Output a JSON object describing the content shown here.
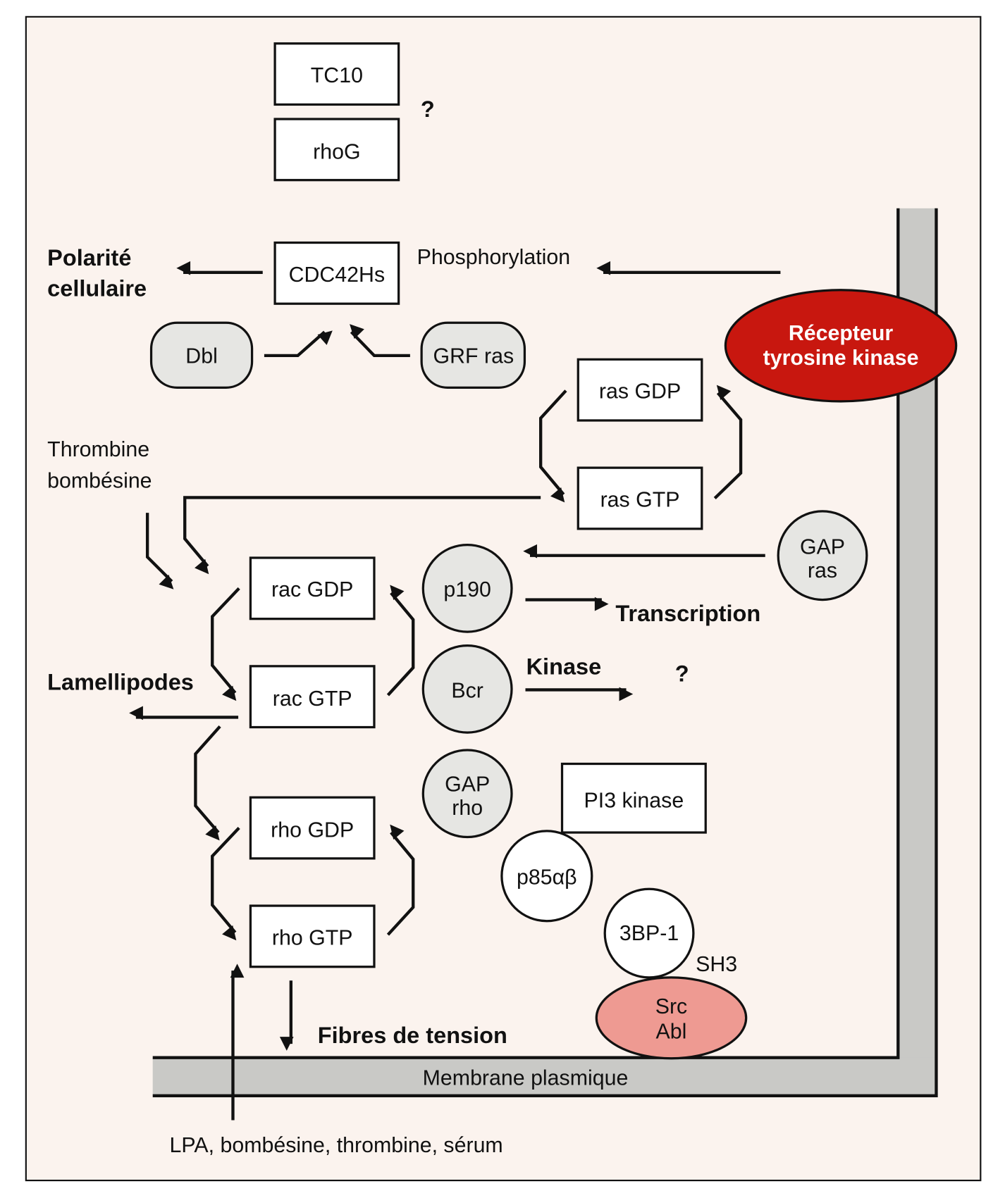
{
  "title": "Signalisation des protéines rho / rac / CDC42",
  "colors": {
    "background": "#fbf3ee",
    "receptor": "#c8170f",
    "src_abl": "#ee9a92",
    "membrane": "#c9c9c6",
    "grey_node": "#e6e6e3"
  },
  "nodes": {
    "tc10": "TC10",
    "rhog": "rhoG",
    "question_top": "?",
    "cdc42": "CDC42Hs",
    "phosphorylation": "Phosphorylation",
    "polarite_1": "Polarité",
    "polarite_2": "cellulaire",
    "dbl": "Dbl",
    "grf_ras": "GRF ras",
    "receptor_1": "Récepteur",
    "receptor_2": "tyrosine kinase",
    "ras_gdp": "ras GDP",
    "ras_gtp": "ras GTP",
    "thrombine_1": "Thrombine",
    "thrombine_2": "bombésine",
    "gap_ras_1": "GAP",
    "gap_ras_2": "ras",
    "rac_gdp": "rac GDP",
    "rac_gtp": "rac GTP",
    "p190": "p190",
    "transcription": "Transcription",
    "lamellipodes": "Lamellipodes",
    "bcr": "Bcr",
    "kinase": "Kinase",
    "question_kinase": "?",
    "gap_rho_1": "GAP",
    "gap_rho_2": "rho",
    "pi3_kinase": "PI3 kinase",
    "p85": "p85αβ",
    "rho_gdp": "rho GDP",
    "rho_gtp": "rho GTP",
    "bp1": "3BP-1",
    "sh3": "SH3",
    "src": "Src",
    "abl": "Abl",
    "fibres": "Fibres de tension",
    "membrane": "Membrane plasmique",
    "lpa": "LPA, bombésine, thrombine, sérum"
  }
}
